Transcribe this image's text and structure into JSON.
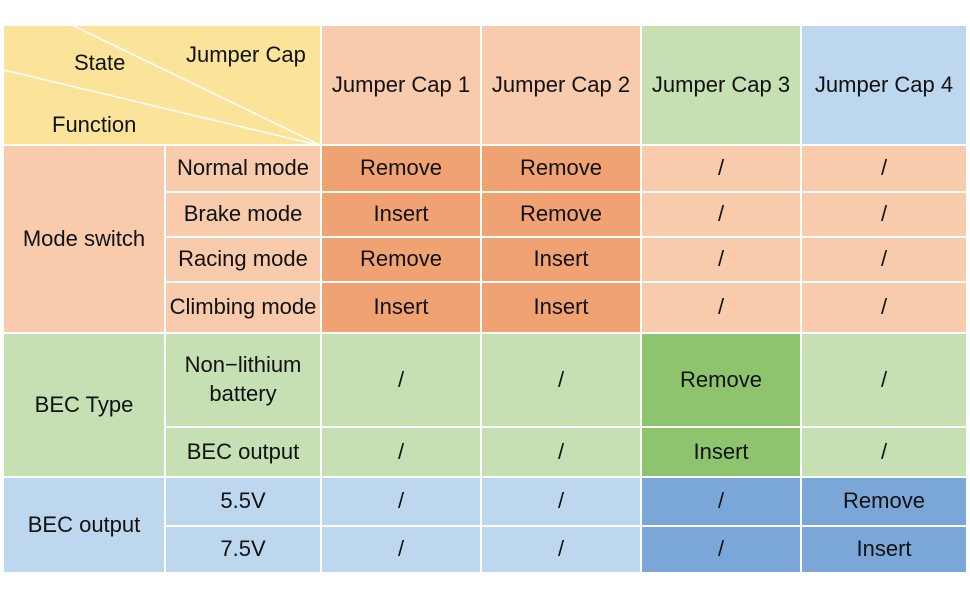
{
  "colors": {
    "yellow": "#fbe49a",
    "orange_light": "#f8cbad",
    "orange_dark": "#f0a273",
    "green_light": "#c6e0b4",
    "green_dark": "#8fc46f",
    "blue_light": "#bdd7ee",
    "blue_dark": "#7ba7d8"
  },
  "header": {
    "corner_state": "State",
    "corner_jumper": "Jumper Cap",
    "corner_function": "Function",
    "caps": [
      "Jumper Cap 1",
      "Jumper Cap 2",
      "Jumper Cap 3",
      "Jumper Cap 4"
    ]
  },
  "groups": [
    {
      "label": "Mode switch"
    },
    {
      "label": "BEC Type"
    },
    {
      "label": "BEC output"
    }
  ],
  "rows": [
    {
      "label": "Normal mode",
      "cells": [
        "Remove",
        "Remove",
        "/",
        "/"
      ]
    },
    {
      "label": "Brake mode",
      "cells": [
        "Insert",
        "Remove",
        "/",
        "/"
      ]
    },
    {
      "label": "Racing mode",
      "cells": [
        "Remove",
        "Insert",
        "/",
        "/"
      ]
    },
    {
      "label": "Climbing mode",
      "cells": [
        "Insert",
        "Insert",
        "/",
        "/"
      ]
    },
    {
      "label": "Non−lithium\nbattery",
      "cells": [
        "/",
        "/",
        "Remove",
        "/"
      ]
    },
    {
      "label": "BEC output",
      "cells": [
        "/",
        "/",
        "Insert",
        "/"
      ]
    },
    {
      "label": "5.5V",
      "cells": [
        "/",
        "/",
        "/",
        "Remove"
      ]
    },
    {
      "label": "7.5V",
      "cells": [
        "/",
        "/",
        "/",
        "Insert"
      ]
    }
  ]
}
